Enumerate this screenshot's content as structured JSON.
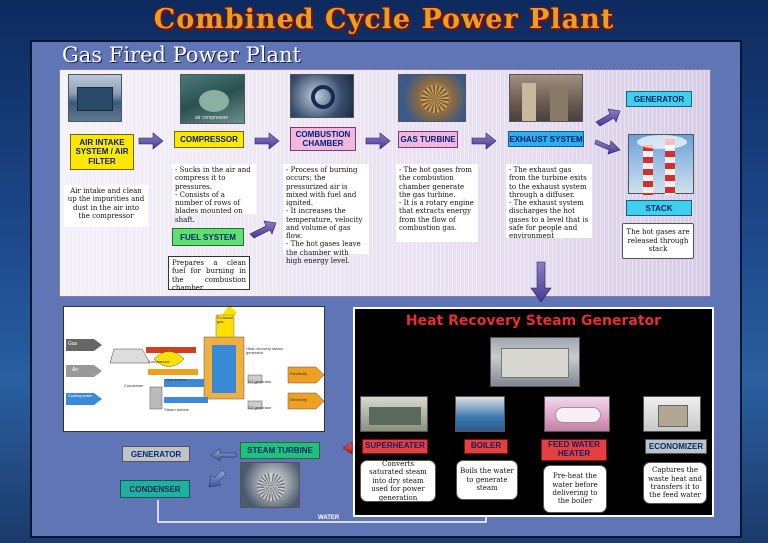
{
  "title": "Combined Cycle Power Plant",
  "subtitle": "Gas Fired Power Plant",
  "gas": {
    "air_intake": {
      "label": "AIR INTAKE SYSTEM / AIR FILTER",
      "desc": "Air intake and clean up the impurities and dust in the air into the compressor"
    },
    "compressor": {
      "label": "COMPRESSOR",
      "desc": "- Sucks in the air and compress it to pressures.\n- Consists of a number of rows of blades mounted on shaft."
    },
    "combustion": {
      "label": "COMBUSTION CHAMBER",
      "desc": "- Process of burning occurs; the pressurized air is mixed with fuel and ignited.\n- It increases the temperature, velocity and volume of gas flow.\n- The hot gases leave the chamber with high energy level."
    },
    "gas_turbine": {
      "label": "GAS TURBINE",
      "desc": "- The hot gases from the combustion chamber generate the gas turbine.\n- It is a rotary engine that extracts energy from the flow of combustion gas."
    },
    "exhaust": {
      "label": "EXHAUST SYSTEM",
      "desc": "- The exhaust gas from the turbine exits to the exhaust system through a diffuser.\n- The exhaust system discharges the hot gases to a level that is safe for people and environment"
    },
    "fuel": {
      "label": "FUEL SYSTEM",
      "desc": "Prepares a clean fuel for burning in the combustion chamber"
    },
    "generator": {
      "label": "GENERATOR"
    },
    "stack": {
      "label": "STACK",
      "desc": "The hot gases are released through stack"
    },
    "photo_caption": "air compressor"
  },
  "schematic": {
    "gas": "Gas",
    "air": "Air",
    "cooling": "Cooling water",
    "exhaust": "Ex-haust gas",
    "hrsg": "Heat recovery steam generator",
    "compressor": "Compressor",
    "gas_turbine": "Gas turbine",
    "condenser": "Condenser",
    "steam_turbine": "Steam turbine",
    "g1": "G1 generator",
    "g2": "G2 generator",
    "elec1": "Electricity",
    "elec2": "Electricity"
  },
  "hrsg": {
    "title": "Heat Recovery Steam Generator",
    "superheater": {
      "label": "SUPERHEATER",
      "desc": "Converts saturated steam into dry steam used for power generation"
    },
    "boiler": {
      "label": "BOILER",
      "desc": "Boils the water to generate steam"
    },
    "feed": {
      "label": "FEED WATER HEATER",
      "desc": "Pre-heat the water before delivering to the boiler"
    },
    "economizer": {
      "label": "ECONOMIZER",
      "desc": "Captures the waste heat and transfers it to the feed water"
    }
  },
  "steam": {
    "generator": "GENERATOR",
    "steam_turbine": "STEAM TURBINE",
    "condenser": "CONDENSER",
    "water": "WATER"
  },
  "colors": {
    "title": "#e8a020",
    "panel": "#5f75b6",
    "hrsg_title": "#e53030"
  }
}
